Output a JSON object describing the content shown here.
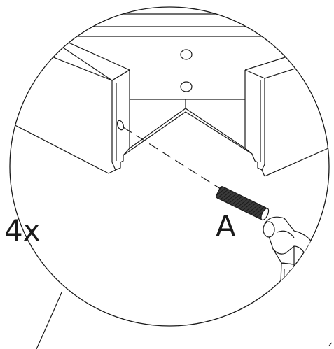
{
  "step": {
    "quantity_label": "4x",
    "part_label": "A"
  },
  "parts": {
    "dowel": {
      "part_id": "A"
    },
    "tool": {
      "icon": "hammer-icon"
    }
  },
  "colors": {
    "line": "#1a1a1a",
    "background": "#ffffff",
    "dowel_fill": "#3a3a3a"
  }
}
